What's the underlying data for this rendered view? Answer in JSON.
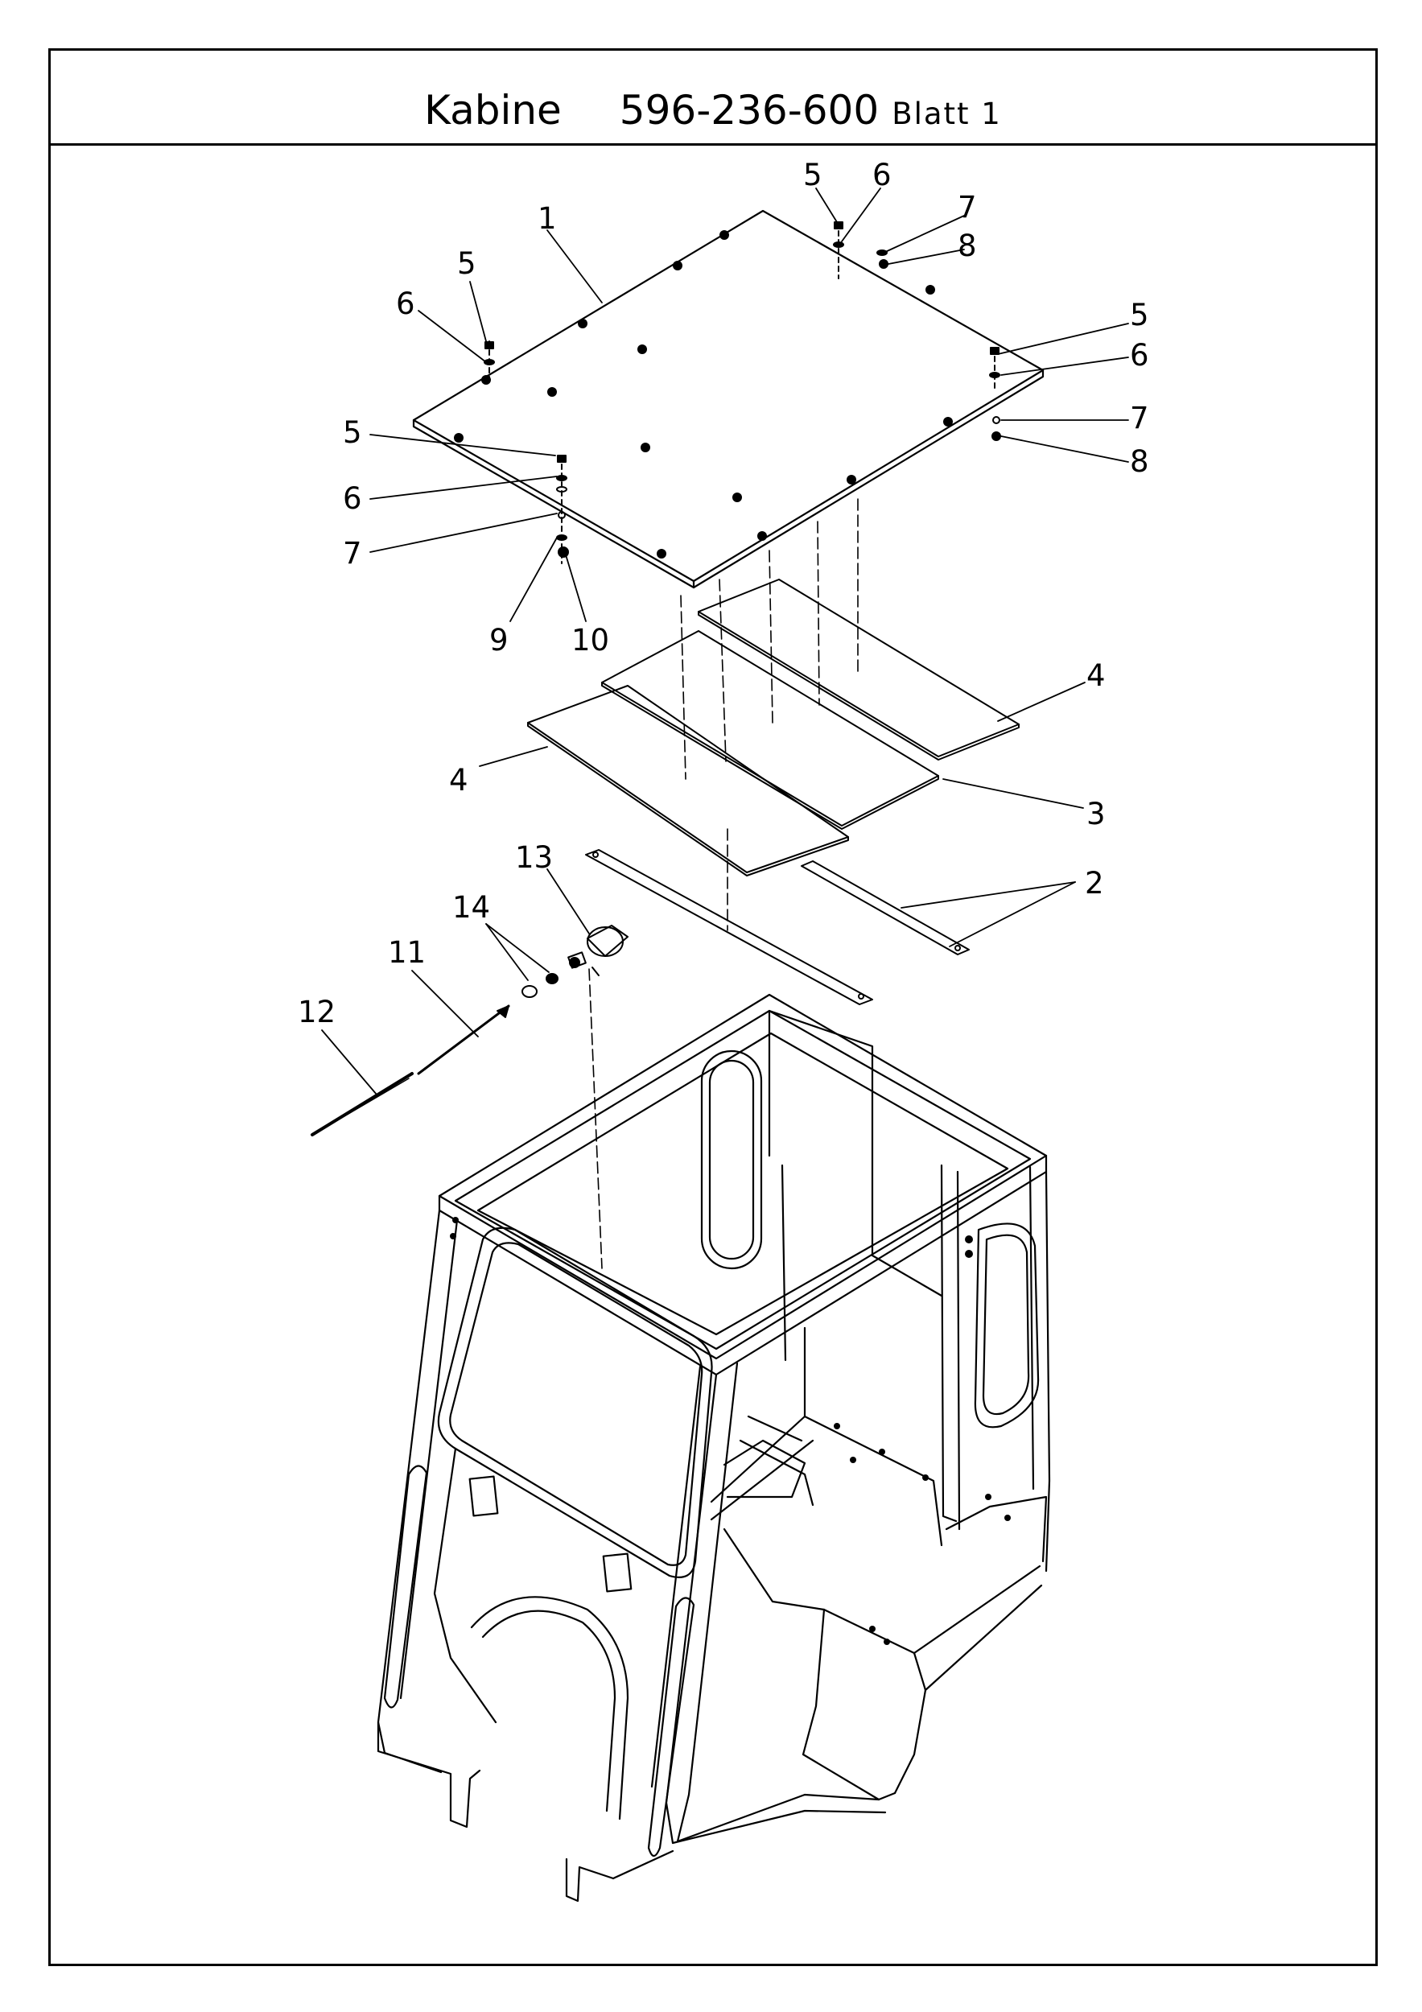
{
  "title": {
    "name": "Kabine",
    "number": "596-236-600",
    "sheet": "Blatt 1"
  },
  "callouts": [
    "1",
    "2",
    "3",
    "4",
    "5",
    "6",
    "7",
    "8",
    "9",
    "10",
    "11",
    "12",
    "13",
    "14"
  ],
  "colors": {
    "line": "#000000",
    "background": "#ffffff"
  }
}
